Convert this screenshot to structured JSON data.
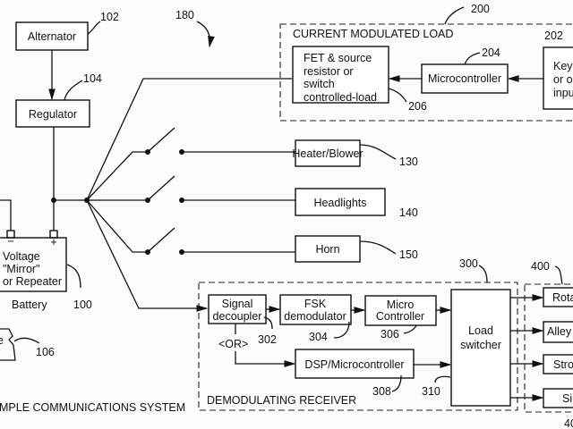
{
  "figure": {
    "caption_partial": "MPLE COMMUNICATIONS SYSTEM",
    "pointer_180": "180"
  },
  "vehicle_side": {
    "alternator": {
      "label": "Alternator",
      "ref": "102"
    },
    "regulator": {
      "label": "Regulator",
      "ref": "104"
    },
    "battery": {
      "lines": [
        "Voltage",
        "\"Mirror\"",
        "or Repeater"
      ],
      "terminal_neg": "−",
      "terminal_pos": "+",
      "caption": "Battery",
      "ref": "100"
    },
    "device_106": {
      "partial_label": "e",
      "ref": "106"
    },
    "loads": [
      {
        "label": "Heater/Blower",
        "ref": "130"
      },
      {
        "label": "Headlights",
        "ref": "140"
      },
      {
        "label": "Horn",
        "ref": "150"
      }
    ]
  },
  "current_modulated_load": {
    "title": "CURRENT MODULATED LOAD",
    "ref": "200",
    "fet": {
      "lines": [
        "FET & source",
        "resistor or",
        "switch",
        "controlled-load"
      ],
      "ref": "206"
    },
    "microcontroller": {
      "label": "Microcontroller",
      "ref": "204"
    },
    "input": {
      "lines": [
        "Key",
        "or o",
        "inpu"
      ],
      "ref": "202"
    }
  },
  "demodulating_receiver": {
    "title": "DEMODULATING RECEIVER",
    "ref": "300",
    "signal_decoupler": {
      "lines": [
        "Signal",
        "decoupler"
      ],
      "ref": "302"
    },
    "or_label": "<OR>",
    "fsk": {
      "lines": [
        "FSK",
        "demodulator"
      ],
      "ref": "304"
    },
    "micro_controller": {
      "lines": [
        "Micro",
        "Controller"
      ],
      "ref": "306"
    },
    "dsp": {
      "label": "DSP/Microcontroller",
      "ref": "308"
    },
    "load_switcher": {
      "lines": [
        "Load",
        "switcher"
      ],
      "ref": "310"
    }
  },
  "output_group": {
    "ref": "400",
    "ref_bottom_partial": "40",
    "outputs": [
      "Rota",
      "Alley",
      "Stro",
      "Si"
    ]
  }
}
